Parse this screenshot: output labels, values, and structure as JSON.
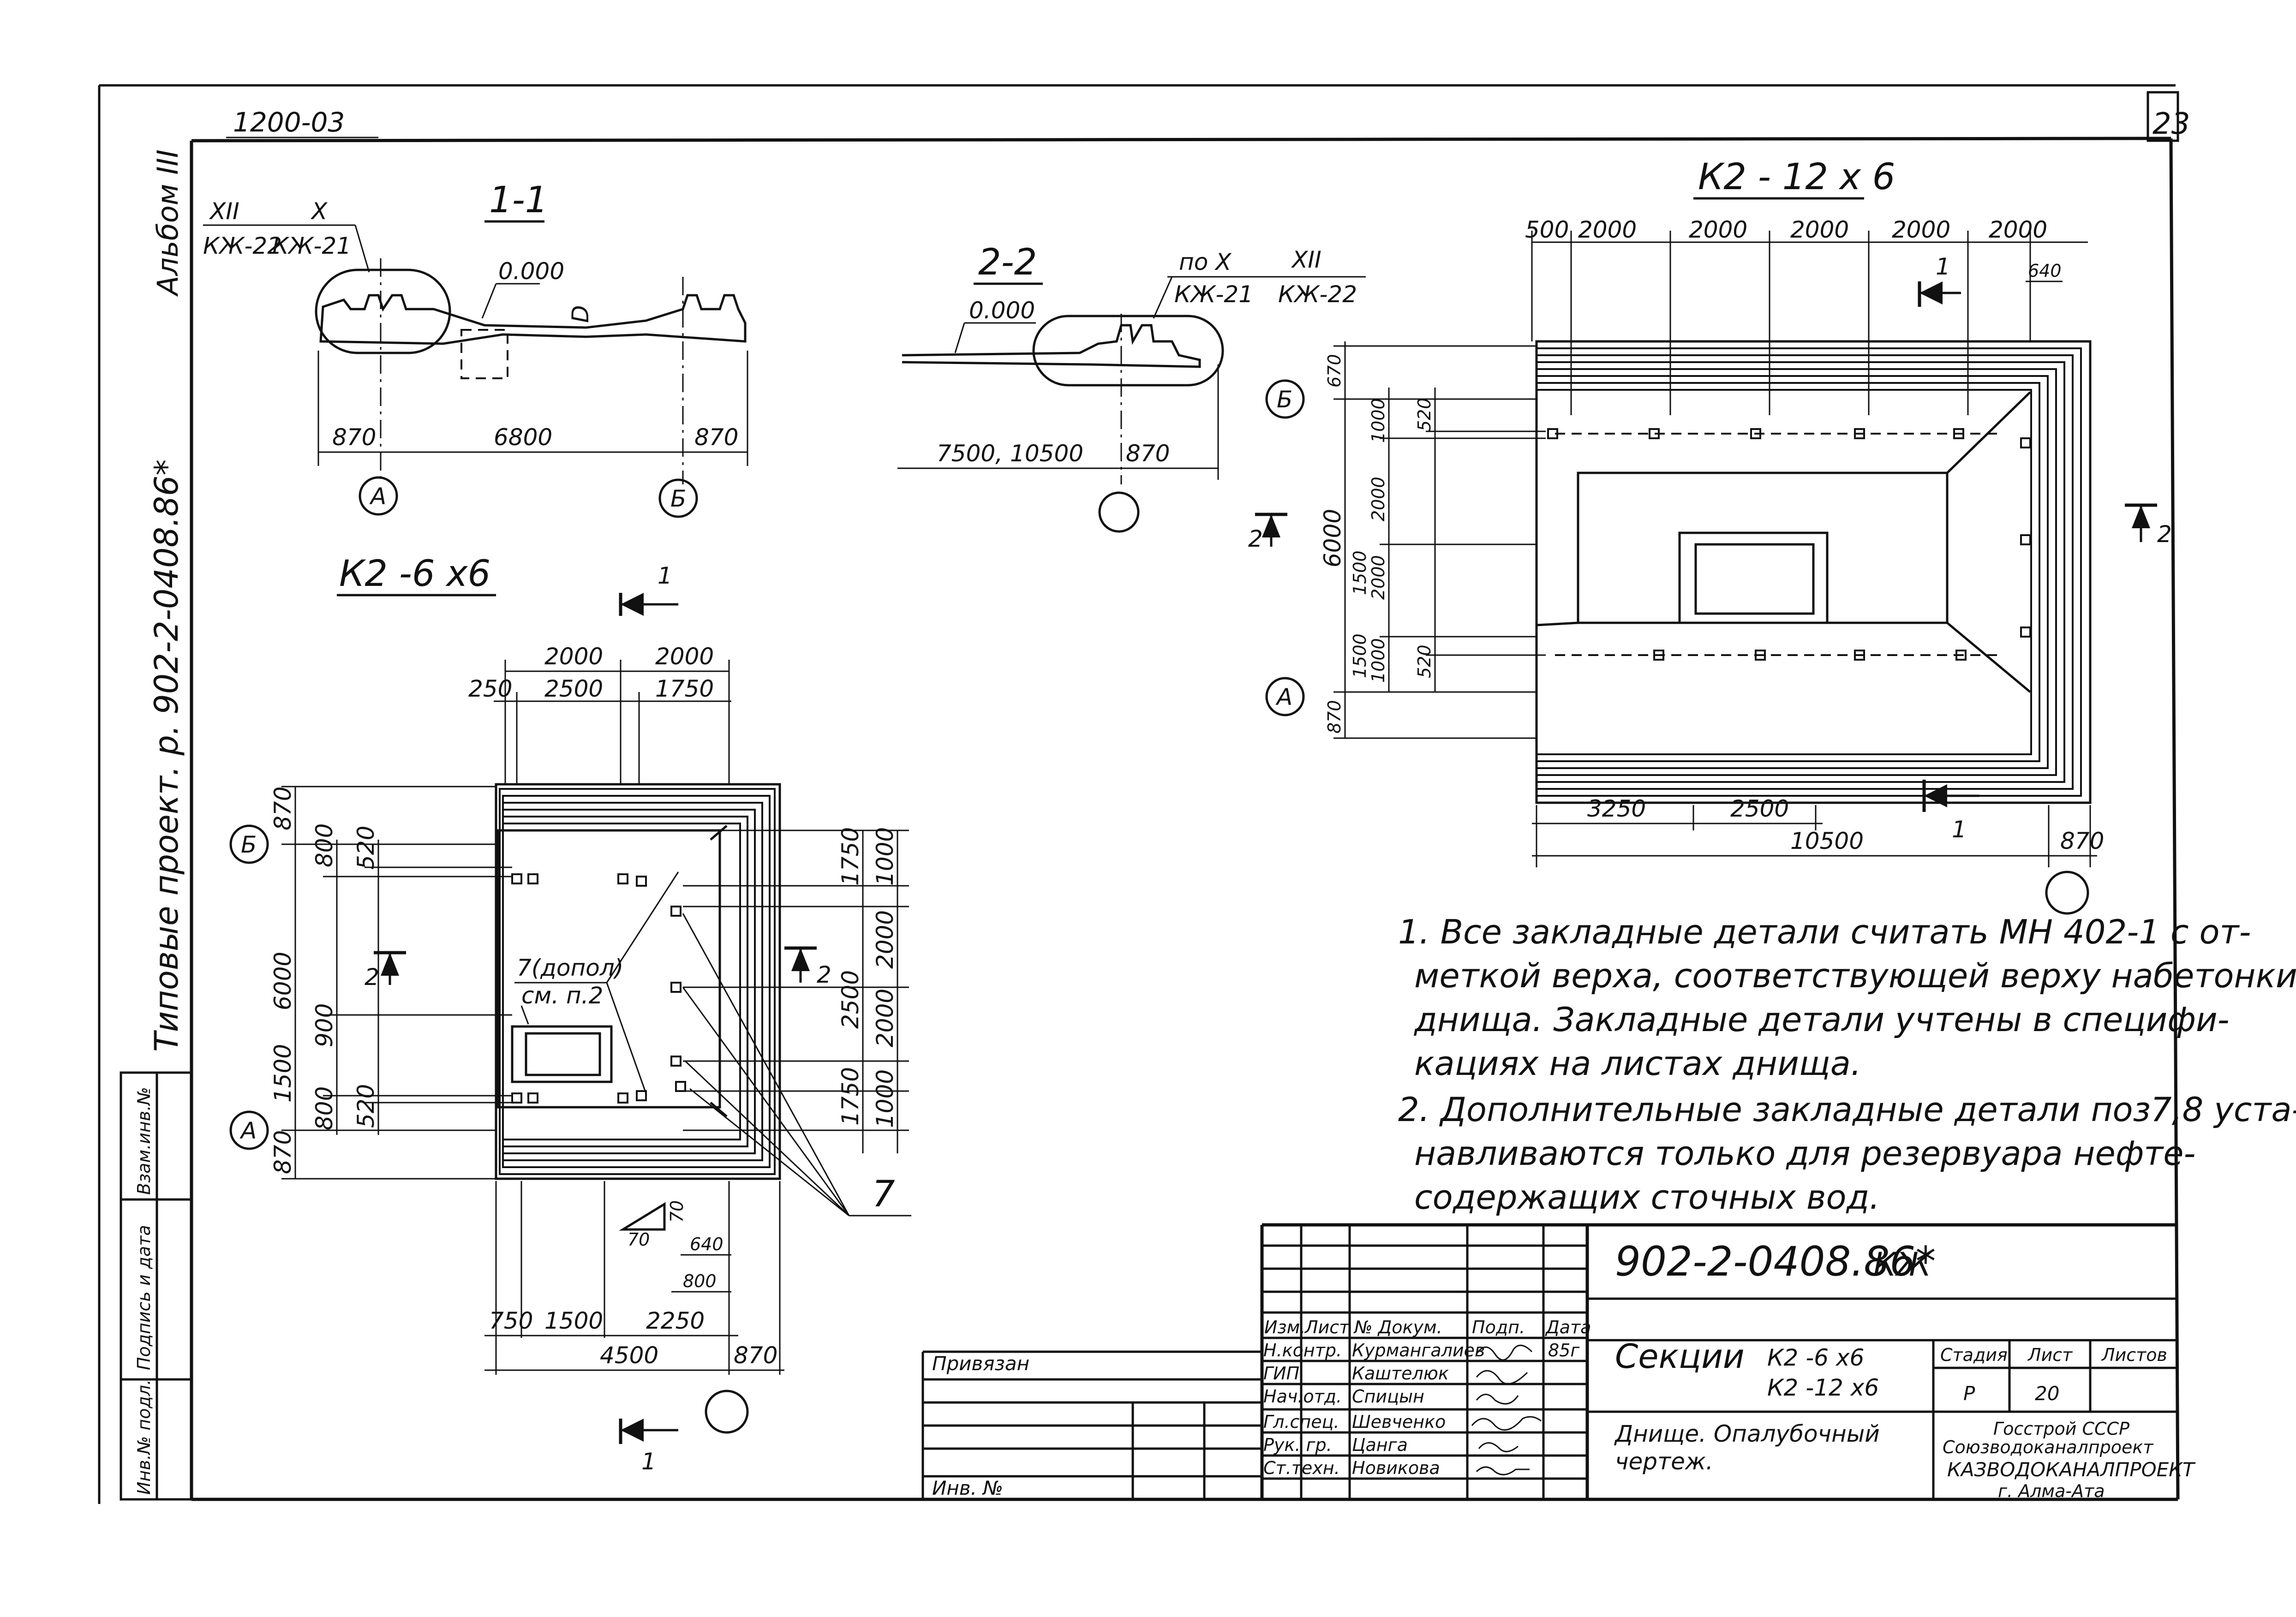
{
  "sheet": {
    "page_number": "23",
    "top_code": "1200-03",
    "album": "Альбом III",
    "standard_project": "Типовые проект. р. 902-2-0408.86*"
  },
  "section_1_1": {
    "title": "1-1",
    "ref_left_a": "XII",
    "ref_left_b": "КЖ-22",
    "ref_right_a": "X",
    "ref_right_b": "КЖ-21",
    "mark_000": "0.000",
    "mark_small": "D",
    "dims": [
      "870",
      "6800",
      "870"
    ],
    "axis_a": "А",
    "axis_b": "Б"
  },
  "section_2_2": {
    "title": "2-2",
    "ref_a": "по X",
    "ref_a2": "КЖ-21",
    "ref_b": "XII",
    "ref_b2": "КЖ-22",
    "mark_000": "0.000",
    "dims": [
      "7500, 10500",
      "870"
    ]
  },
  "plan_6x6": {
    "title": "К2 -6 х6",
    "cut_1": "1",
    "cut_2": "2",
    "top_dims_a": [
      "2000",
      "2000"
    ],
    "top_dims_b": [
      "250",
      "2500",
      "1750"
    ],
    "left_dims": [
      "870",
      "800",
      "520",
      "6000",
      "900",
      "1500",
      "800",
      "520",
      "870"
    ],
    "right_dims": [
      "1750",
      "1000",
      "2000",
      "2500",
      "2000",
      "1750",
      "1000"
    ],
    "note_ref_a": "7(допол)",
    "note_ref_b": "см. п.2",
    "callout": "7",
    "bottom_small_dims": [
      "70",
      "70",
      "640",
      "800"
    ],
    "bottom_dims_a": [
      "750",
      "1500",
      "2250"
    ],
    "bottom_dims_b": [
      "4500",
      "870"
    ],
    "axis_a": "А",
    "axis_b": "Б"
  },
  "plan_12x6": {
    "title": "К2 - 12 х 6",
    "top_dims": [
      "500",
      "2000",
      "2000",
      "2000",
      "2000",
      "2000"
    ],
    "right_small_dim": "640",
    "cut_1": "1",
    "cut_2": "2",
    "left_dims_outer": [
      "670",
      "6000",
      "870"
    ],
    "left_dims_inner": [
      "1000",
      "2000",
      "1500",
      "2000",
      "1500",
      "1000"
    ],
    "left_dims_520": [
      "520",
      "520"
    ],
    "bottom_dims_a": [
      "3250",
      "2500"
    ],
    "bottom_dims_b": [
      "10500",
      "870"
    ],
    "axis_a": "А",
    "axis_b": "Б"
  },
  "notes": [
    "1. Все закладные детали считать МН 402-1 с от-",
    "меткой верха, соответствующей верху набетонки",
    "днища. Закладные детали учтены в специфи-",
    "кациях на листах днища.",
    "2. Дополнительные закладные детали поз7,8 уста-",
    "навливаются только для резервуара нефте-",
    "содержащих сточных вод."
  ],
  "title_block": {
    "doc_code": "902-2-0408.86*",
    "doc_mark": "КЖ",
    "privyazan": "Привязан",
    "inv_no": "Инв. №",
    "head_cols": [
      "Изм.",
      "Лист",
      "№ Докум.",
      "Подп.",
      "Дата"
    ],
    "people": [
      {
        "role": "Н.контр.",
        "name": "Курмангалиев",
        "sign": "",
        "date": "85г"
      },
      {
        "role": "ГИП",
        "name": "Каштелюк",
        "sign": "",
        "date": ""
      },
      {
        "role": "Нач.отд.",
        "name": "Спицын",
        "sign": "",
        "date": ""
      },
      {
        "role": "Гл.спец.",
        "name": "Шевченко",
        "sign": "",
        "date": ""
      },
      {
        "role": "Рук. гр.",
        "name": "Цанга",
        "sign": "",
        "date": ""
      },
      {
        "role": "Ст.техн.",
        "name": "Новикова",
        "sign": "",
        "date": ""
      }
    ],
    "sections_label": "Секции",
    "section_a": "К2 -6 х6",
    "section_b": "К2 -12 х6",
    "description_a": "Днище. Опалубочный",
    "description_b": "чертеж.",
    "stage_head": "Стадия",
    "sheet_head": "Лист",
    "sheets_head": "Листов",
    "stage": "Р",
    "sheet_no": "20",
    "org_1": "Госстрой СССР",
    "org_2": "Союзводоканалпроект",
    "org_3": "КАЗВОДОКАНАЛПРОЕКТ",
    "org_4": "г. Алма-Ата"
  },
  "side_stamp": [
    "Взам.инв.№",
    "Подпись и дата",
    "Инв.№ подл."
  ]
}
